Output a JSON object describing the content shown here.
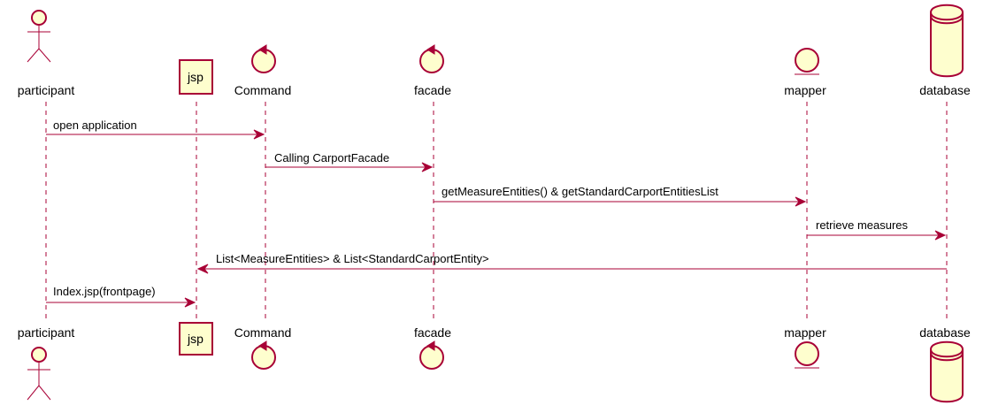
{
  "participants": [
    {
      "id": "participant",
      "name": "participant",
      "kind": "actor"
    },
    {
      "id": "jsp",
      "name": "jsp",
      "kind": "box"
    },
    {
      "id": "command",
      "name": "Command",
      "kind": "control"
    },
    {
      "id": "facade",
      "name": "facade",
      "kind": "control"
    },
    {
      "id": "mapper",
      "name": "mapper",
      "kind": "entity"
    },
    {
      "id": "database",
      "name": "database",
      "kind": "database"
    }
  ],
  "messages": [
    {
      "from": "participant",
      "to": "command",
      "text": "open application"
    },
    {
      "from": "command",
      "to": "facade",
      "text": "Calling CarportFacade"
    },
    {
      "from": "facade",
      "to": "mapper",
      "text": "getMeasureEntities() & getStandardCarportEntitiesList"
    },
    {
      "from": "mapper",
      "to": "database",
      "text": "retrieve measures"
    },
    {
      "from": "database",
      "to": "jsp",
      "text": "List<MeasureEntities> & List<StandardCarportEntity>"
    },
    {
      "from": "participant",
      "to": "jsp",
      "text": "Index.jsp(frontpage)"
    }
  ],
  "colors": {
    "line": "#A80036",
    "fill": "#FEFECE",
    "text": "#000000"
  }
}
